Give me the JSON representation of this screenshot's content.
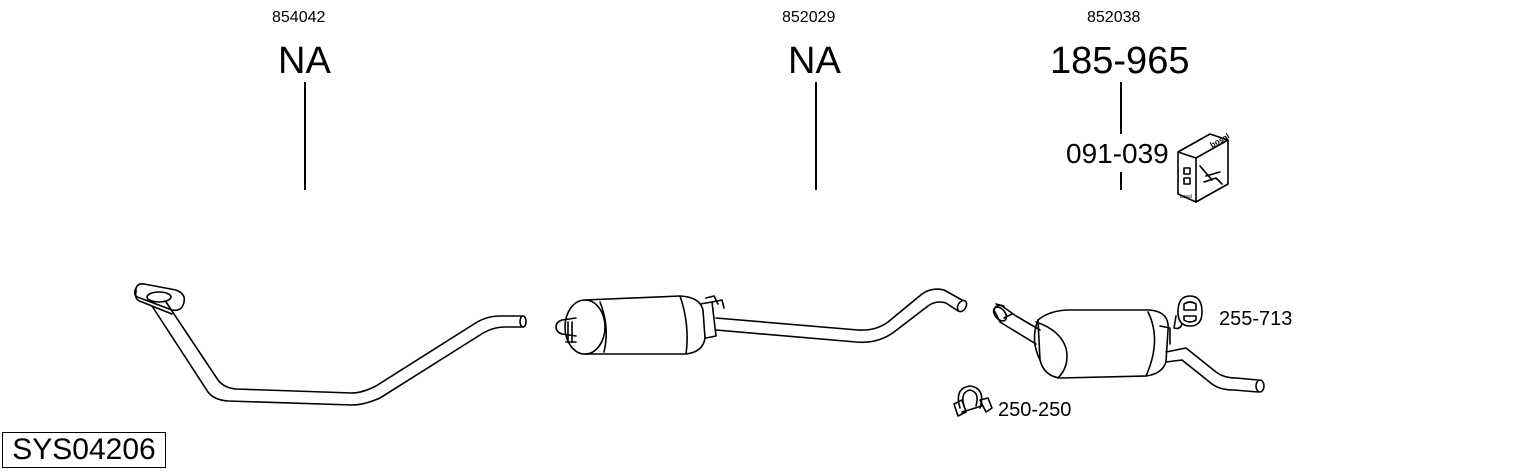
{
  "diagram_code": "SYS04206",
  "parts": [
    {
      "oe_ref": "852038",
      "bosal_no": "185-965"
    },
    {
      "oe_ref": "852029",
      "bosal_no": "NA"
    },
    {
      "oe_ref": "854042",
      "bosal_no": "NA"
    }
  ],
  "accessories": {
    "mounting_kit": "091-039",
    "rubber_mount": "255-713",
    "clamp": "250-250"
  },
  "icons": {
    "kit_box": "bosal-box-icon",
    "rubber_mount": "rubber-mount-icon",
    "clamp": "clamp-icon"
  },
  "box_brand": "bosal"
}
